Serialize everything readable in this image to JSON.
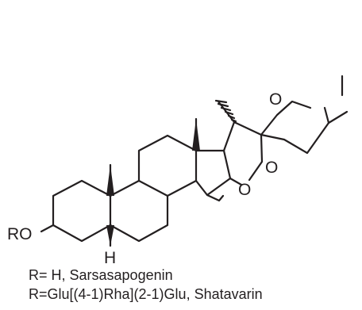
{
  "molecule": {
    "labels": {
      "ro": "RO",
      "h": "H",
      "o_furan": "O",
      "o_spiro_ring": "O",
      "o_pyran": "O"
    }
  },
  "captions": [
    "R= H, Sarsasapogenin",
    "R=Glu[(4-1)Rha](2-1)Glu, Shatavarin"
  ],
  "colors": {
    "ink": "#231f20",
    "background": "#ffffff"
  }
}
